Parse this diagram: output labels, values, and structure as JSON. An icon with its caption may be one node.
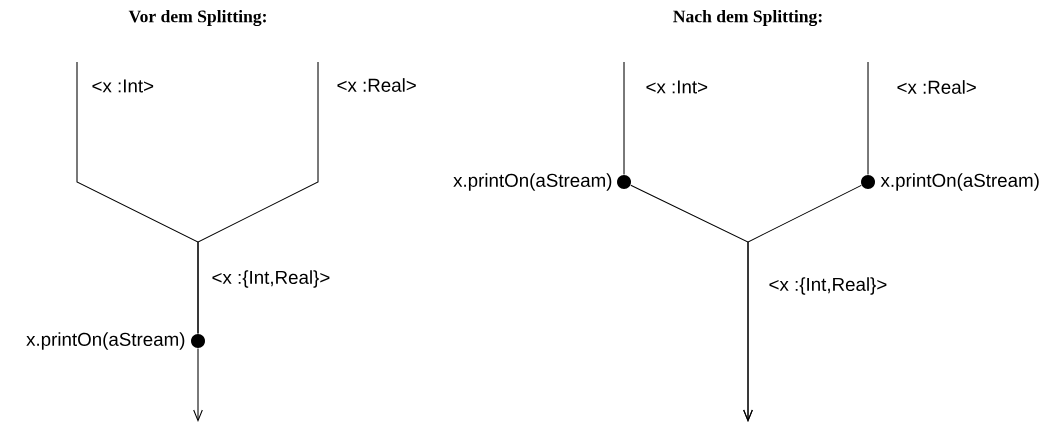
{
  "diagram": {
    "nodes": [
      {
        "text": [],
        "shape": "circle",
        "beside": [
          "x.printOn(aStream)"
        ]
      },
      {
        "text": [],
        "shape": "circle",
        "beside": [
          "x.printOn(aStream)"
        ]
      },
      {
        "text": [],
        "shape": "circle",
        "beside": [
          "x.printOn(aStream)"
        ]
      }
    ],
    "edges": [
      {
        "from": null,
        "to": 0,
        "arrow": "none"
      },
      {
        "from": null,
        "to": 0,
        "arrow": "none"
      },
      {
        "from": 0,
        "to": null,
        "arrow": "to"
      },
      {
        "from": null,
        "to": 1,
        "arrow": "none"
      },
      {
        "from": null,
        "to": 2,
        "arrow": "none"
      },
      {
        "from": 1,
        "to": null,
        "arrow": "to"
      },
      {
        "from": 2,
        "to": null,
        "arrow": "to"
      }
    ],
    "labels": [
      "Vor dem Splitting:",
      "Nach dem Splitting:",
      "<x :Int>",
      "<x :Real>",
      "<x :{Int,Real}>",
      "<x :Int>",
      "<x :Real>",
      "<x :{Int,Real}>"
    ]
  }
}
